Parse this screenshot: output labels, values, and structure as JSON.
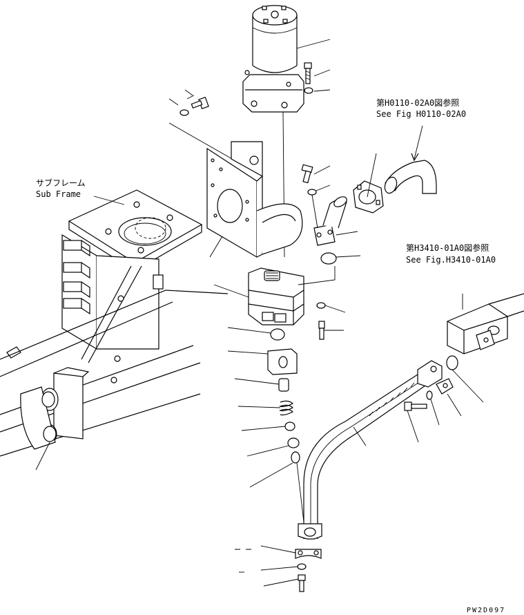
{
  "references": {
    "hose_ref_ja": "第H0110-02A0図参照",
    "hose_ref_en": "See Fig H0110-02A0",
    "valve_ref_ja": "第H3410-01A0図参照",
    "valve_ref_en": "See Fig.H3410-01A0"
  },
  "subframe": {
    "label_ja": "サブフレーム",
    "label_en": "Sub Frame"
  },
  "drawing_code": "PW2D097"
}
